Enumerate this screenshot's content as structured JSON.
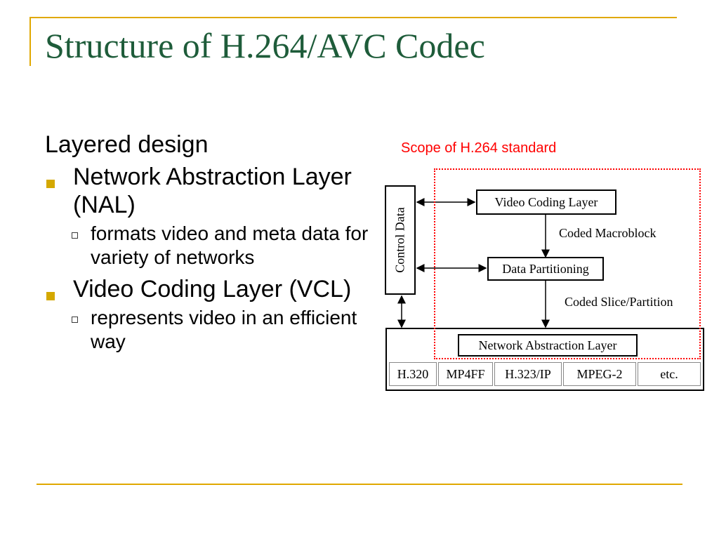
{
  "slide": {
    "title": "Structure of H.264/AVC Codec",
    "accent_color": "#e0a800",
    "title_color": "#1e5c3a"
  },
  "content": {
    "intro": "Layered design",
    "bullets": [
      {
        "text": "Network Abstraction Layer (NAL)",
        "sub": "formats video and meta data for variety of networks"
      },
      {
        "text": "Video Coding Layer (VCL)",
        "sub": "represents video in an efficient way"
      }
    ]
  },
  "diagram": {
    "scope_label": "Scope of H.264 standard",
    "scope_color": "#ff0000",
    "control_data": "Control Data",
    "video_coding_layer": "Video Coding Layer",
    "coded_macroblock": "Coded Macroblock",
    "data_partitioning": "Data Partitioning",
    "coded_slice_partition": "Coded Slice/Partition",
    "network_abstraction_layer": "Network Abstraction Layer",
    "protocols": [
      "H.320",
      "MP4FF",
      "H.323/IP",
      "MPEG-2",
      "etc."
    ]
  }
}
